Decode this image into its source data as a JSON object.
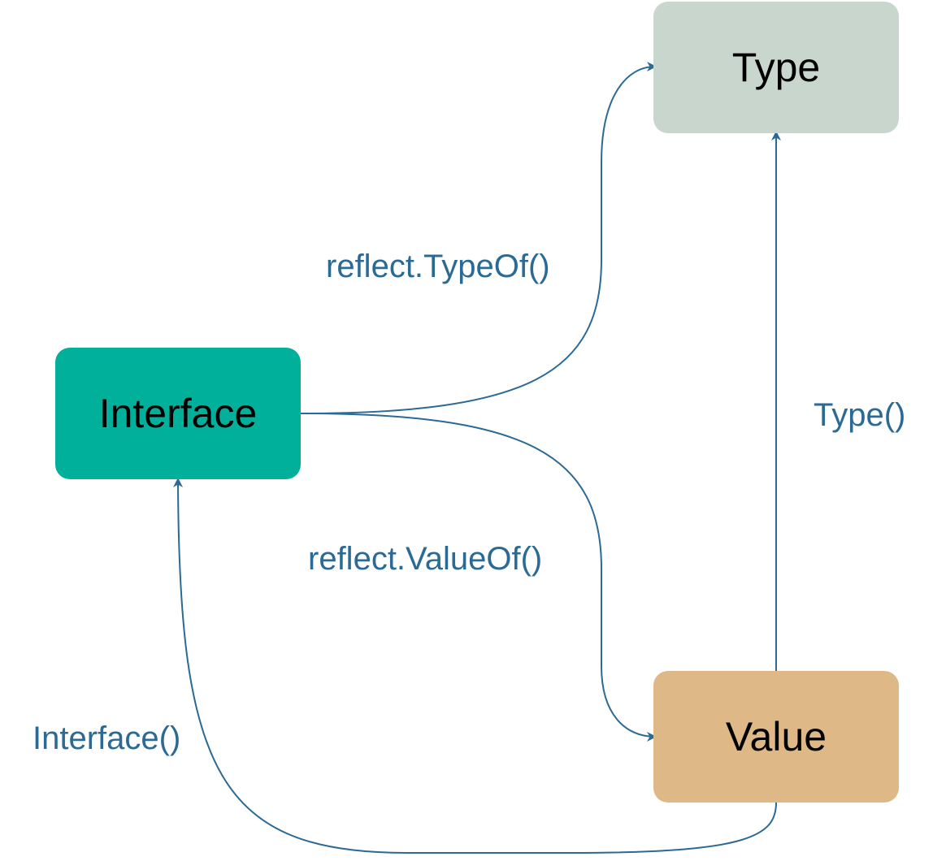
{
  "colors": {
    "edge": "#2a6a94",
    "label": "#2a6a94",
    "type_fill": "#c8d6cd",
    "interface_fill": "#00b09b",
    "value_fill": "#deb887"
  },
  "nodes": {
    "type": {
      "label": "Type"
    },
    "interface": {
      "label": "Interface"
    },
    "value": {
      "label": "Value"
    }
  },
  "edges": {
    "interface_to_type": {
      "label": "reflect.TypeOf()"
    },
    "interface_to_value": {
      "label": "reflect.ValueOf()"
    },
    "value_to_type": {
      "label": "Type()"
    },
    "value_to_interface": {
      "label": "Interface()"
    }
  }
}
